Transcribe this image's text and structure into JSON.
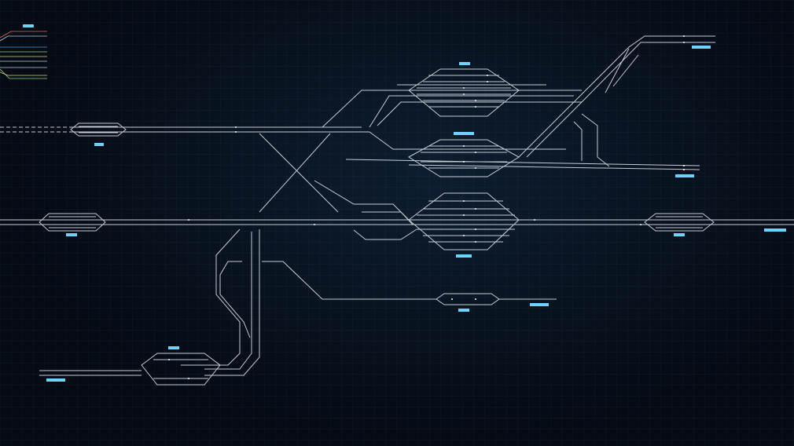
{
  "colors": {
    "background": "#050a13",
    "track": "#c4ccd6",
    "track_blue": "#3aa0e0",
    "track_yellow": "#d8d27a",
    "track_green": "#8fd28c",
    "track_red": "#d86a6a",
    "label_bg": "#6fd2ff"
  },
  "stations": [
    {
      "id": "stn-1",
      "text": ""
    },
    {
      "id": "stn-2",
      "text": ""
    },
    {
      "id": "stn-3",
      "text": ""
    },
    {
      "id": "stn-4",
      "text": ""
    },
    {
      "id": "stn-5",
      "text": ""
    },
    {
      "id": "stn-6",
      "text": ""
    },
    {
      "id": "stn-7",
      "text": ""
    },
    {
      "id": "stn-8",
      "text": ""
    },
    {
      "id": "stn-9",
      "text": ""
    },
    {
      "id": "stn-10",
      "text": ""
    },
    {
      "id": "stn-11",
      "text": ""
    },
    {
      "id": "stn-12",
      "text": ""
    },
    {
      "id": "stn-13",
      "text": ""
    },
    {
      "id": "stn-14",
      "text": ""
    },
    {
      "id": "stn-15",
      "text": ""
    }
  ],
  "legend": {
    "title": ""
  }
}
